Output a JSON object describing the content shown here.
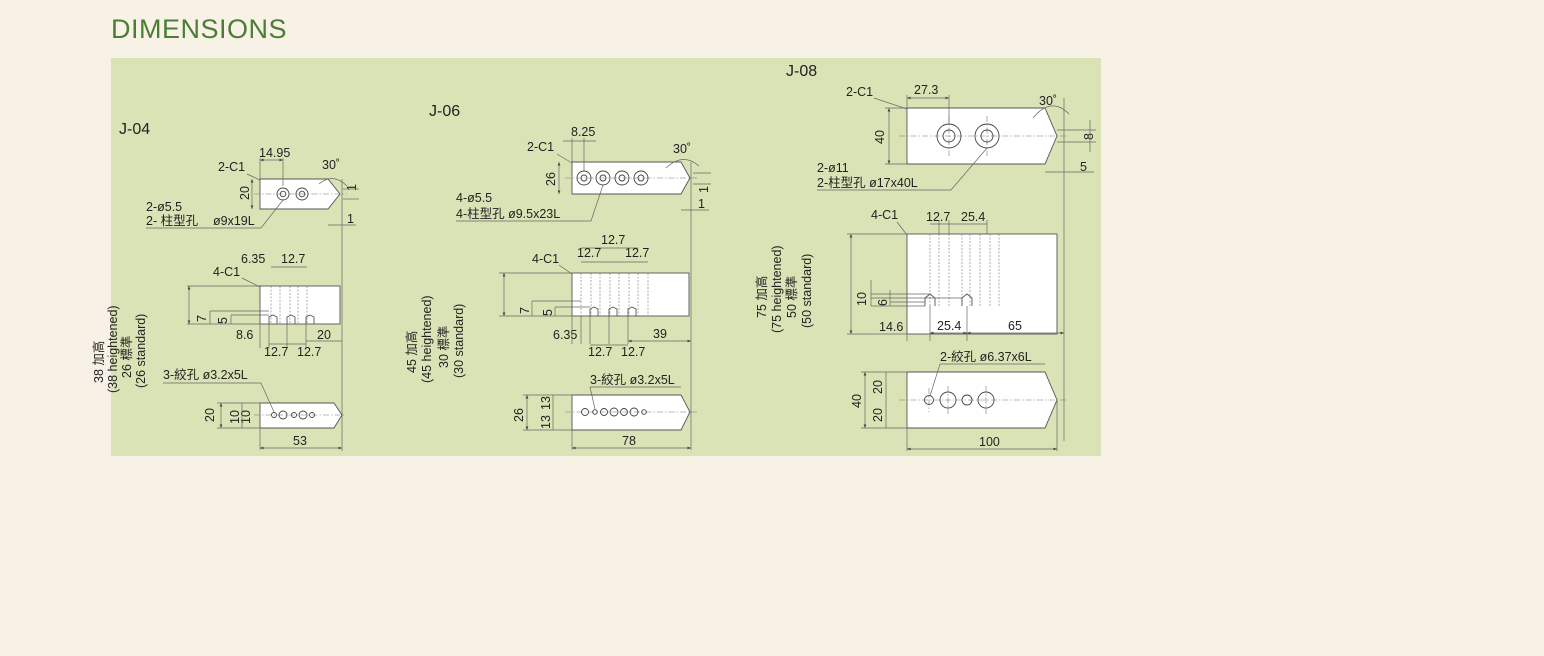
{
  "page": {
    "title": "DIMENSIONS"
  },
  "models": [
    {
      "id": "J-04",
      "labels": {
        "chamfer_top": "2-C1",
        "hole_pitch": "14.95",
        "angle": "30˚",
        "height_top": "20",
        "hole_dia": "2-ø5.5",
        "cbore": "2- 柱型孔",
        "cbore_size": "ø9x19L",
        "tip_1a": "1",
        "tip_1b": "1",
        "chamfer_side": "4-C1",
        "d_635": "6.35",
        "d_127_top": "12.7",
        "h_heightened_cn": "38 加高",
        "h_heightened_en": "(38 heightened)",
        "h_standard_cn": "26 標準",
        "h_standard_en": "(26 standard)",
        "d_7": "7",
        "d_5": "5",
        "d_86": "8.6",
        "d_20_side": "20",
        "d_127_a": "12.7",
        "d_127_b": "12.7",
        "tapped": "3-絞孔 ø3.2x5L",
        "d_20_bot": "20",
        "d_10a": "10",
        "d_10b": "10",
        "length": "53"
      }
    },
    {
      "id": "J-06",
      "labels": {
        "chamfer_top": "2-C1",
        "hole_pitch": "8.25",
        "angle": "30˚",
        "height_top": "26",
        "hole_dia": "4-ø5.5",
        "cbore": "4-柱型孔 ø9.5x23L",
        "tip_1a": "1",
        "tip_1b": "1",
        "chamfer_side": "4-C1",
        "d_127_top": "12.7",
        "d_127_l": "12.7",
        "d_127_r": "12.7",
        "h_heightened_cn": "45 加高",
        "h_heightened_en": "(45 heightened)",
        "h_standard_cn": "30 標準",
        "h_standard_en": "(30 standard)",
        "d_7": "7",
        "d_5": "5",
        "d_635": "6.35",
        "d_39": "39",
        "d_127_a": "12.7",
        "d_127_b": "12.7",
        "tapped": "3-絞孔 ø3.2x5L",
        "d_26": "26",
        "d_13a": "13",
        "d_13b": "13",
        "length": "78"
      }
    },
    {
      "id": "J-08",
      "labels": {
        "chamfer_top": "2-C1",
        "hole_pitch": "27.3",
        "angle": "30˚",
        "height_top": "40",
        "d_8": "8",
        "d_5": "5",
        "hole_dia": "2-ø11",
        "cbore": "2-柱型孔 ø17x40L",
        "chamfer_side": "4-C1",
        "d_127": "12.7",
        "d_254_top": "25.4",
        "h_heightened_cn": "75 加高",
        "h_heightened_en": "(75 heightened)",
        "h_standard_cn": "50 標準",
        "h_standard_en": "(50 standard)",
        "d_10": "10",
        "d_6": "6",
        "d_146": "14.6",
        "d_254": "25.4",
        "d_65": "65",
        "tapped": "2-絞孔 ø6.37x6L",
        "d_40": "40",
        "d_20a": "20",
        "d_20b": "20",
        "length": "100"
      }
    }
  ]
}
